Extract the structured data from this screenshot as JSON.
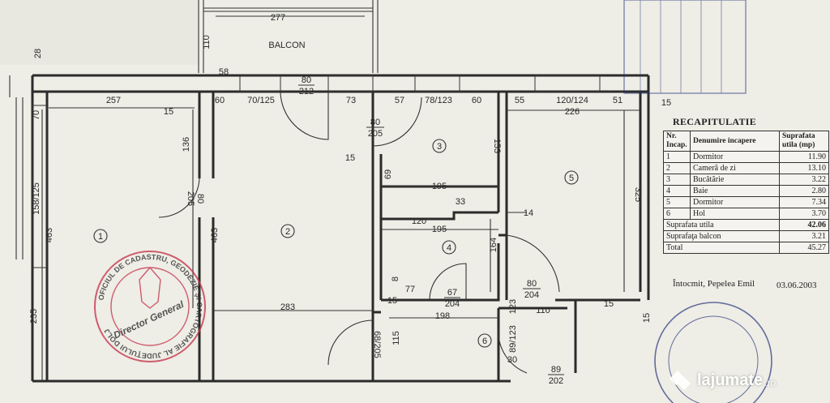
{
  "balcony": {
    "label": "BALCON",
    "width": "277",
    "depth": "110"
  },
  "dims": {
    "d28": "28",
    "d58": "58",
    "d60a": "60",
    "d7125": "70/125",
    "d80_212_num": "80",
    "d80_212_den": "212",
    "d73": "73",
    "d57": "57",
    "d78123": "78/123",
    "d60b": "60",
    "d55": "55",
    "d120124": "120/124",
    "d51": "51",
    "d15top": "15",
    "d257": "257",
    "d226": "226",
    "d15a": "15",
    "d70": "70",
    "d136": "136",
    "d158125": "158/125",
    "d463a": "463",
    "d463b": "463",
    "d235": "235",
    "d80_205_num": "80",
    "d80_205_den": "205",
    "d80b_num": "80",
    "d80b_den": "205",
    "d15b": "15",
    "d69": "69",
    "d195a": "195",
    "d153": "153",
    "d325": "325",
    "d33": "33",
    "d14": "14",
    "d120": "120",
    "d195b": "195",
    "d164": "164",
    "d8": "8",
    "d77": "77",
    "d67_204_num": "67",
    "d67_204_den": "204",
    "d80_204_num": "80",
    "d80_204_den": "204",
    "d283": "283",
    "d15c": "15",
    "d198": "198",
    "d123a": "123",
    "d110": "110",
    "d15d": "15",
    "d15e": "15",
    "d115": "115",
    "d89_123": "89/123",
    "d30": "30",
    "d89_202_num": "89",
    "d89_202_den": "202",
    "d6868": "68/205"
  },
  "rooms": {
    "r1": "1",
    "r2": "2",
    "r3": "3",
    "r4": "4",
    "r5": "5",
    "r6": "6"
  },
  "recap": {
    "title": "RECAPITULATIE",
    "headers": [
      "Nr. Incap.",
      "Denumire incapere",
      "Suprafata utila (mp)"
    ],
    "rows": [
      [
        "1",
        "Dormitor",
        "11.90"
      ],
      [
        "2",
        "Cameră de zi",
        "13.10"
      ],
      [
        "3",
        "Bucătărie",
        "3.22"
      ],
      [
        "4",
        "Baie",
        "2.80"
      ],
      [
        "5",
        "Dormitor",
        "7.34"
      ],
      [
        "6",
        "Hol",
        "3.70"
      ]
    ],
    "usable_label": "Suprafata utila",
    "usable_value": "42.06",
    "balcony_label": "Suprafaţa balcon",
    "balcony_value": "3.21",
    "total_label": "Total",
    "total_value": "45.27"
  },
  "signature": {
    "text": "Întocmit, Pepelea Emil",
    "date": "03.06.2003"
  },
  "watermark": {
    "brand": "lajumate",
    "suffix": ".ro"
  },
  "stamp_text": "OFICIUL DE CADASTRU, GEODEZIE ŞI CARTOGRAFIE AL JUDEŢULUI DOLJ",
  "stamp_center": "Director General",
  "colors": {
    "stamp": "#c6344a",
    "ink": "#2a2a2a",
    "paper": "#eeede6",
    "stamp_blue": "#28357a"
  }
}
